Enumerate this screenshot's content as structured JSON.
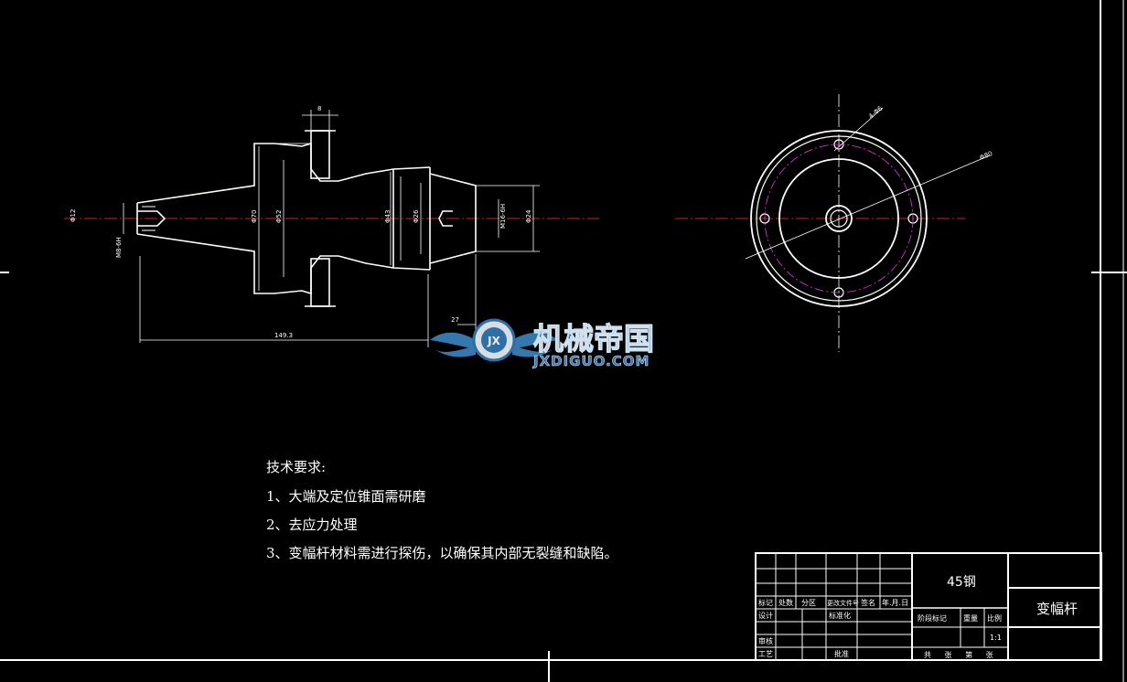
{
  "colors": {
    "background": "#000000",
    "outline": "#ffffff",
    "centerline": "#d0201a",
    "hidden_circle": "#cc33cc",
    "watermark_text": "#2f6fa8",
    "watermark_sub": "#3a7bb5"
  },
  "side_view": {
    "dimensions": {
      "phi12": "Φ12",
      "m8": "M8-6H",
      "phi70": "Φ70",
      "phi52": "Φ52",
      "phi43": "Φ43",
      "phi26": "Φ26",
      "m16": "M16-6H",
      "phi24": "Φ24",
      "width8": "8",
      "length": "149.3",
      "offset": "27"
    }
  },
  "front_view": {
    "dimensions": {
      "holes": "4-Φ6",
      "pcd": "Φ80"
    }
  },
  "technical_requirements": {
    "heading": "技术要求:",
    "items": [
      "1、大端及定位锥面需研磨",
      "2、去应力处理",
      "3、变幅杆材料需进行探伤，以确保其内部无裂缝和缺陷。"
    ]
  },
  "title_block": {
    "material": "45钢",
    "part_name": "变幅杆",
    "revision_headers": [
      "标记",
      "处数",
      "分区",
      "更改文件号",
      "签名",
      "年.月.日"
    ],
    "roles": {
      "design": "设计",
      "standardize": "标准化",
      "review": "审核",
      "process": "工艺",
      "approve": "批准"
    },
    "stage_label": "阶段标记",
    "weight_label": "重量",
    "scale_label": "比例",
    "scale_value": "1:1",
    "sheet_label": "共 张 第 张"
  },
  "watermark": {
    "logo_letters": "JX",
    "brand": "机械帝国",
    "domain": "JXDIGUO.COM"
  }
}
